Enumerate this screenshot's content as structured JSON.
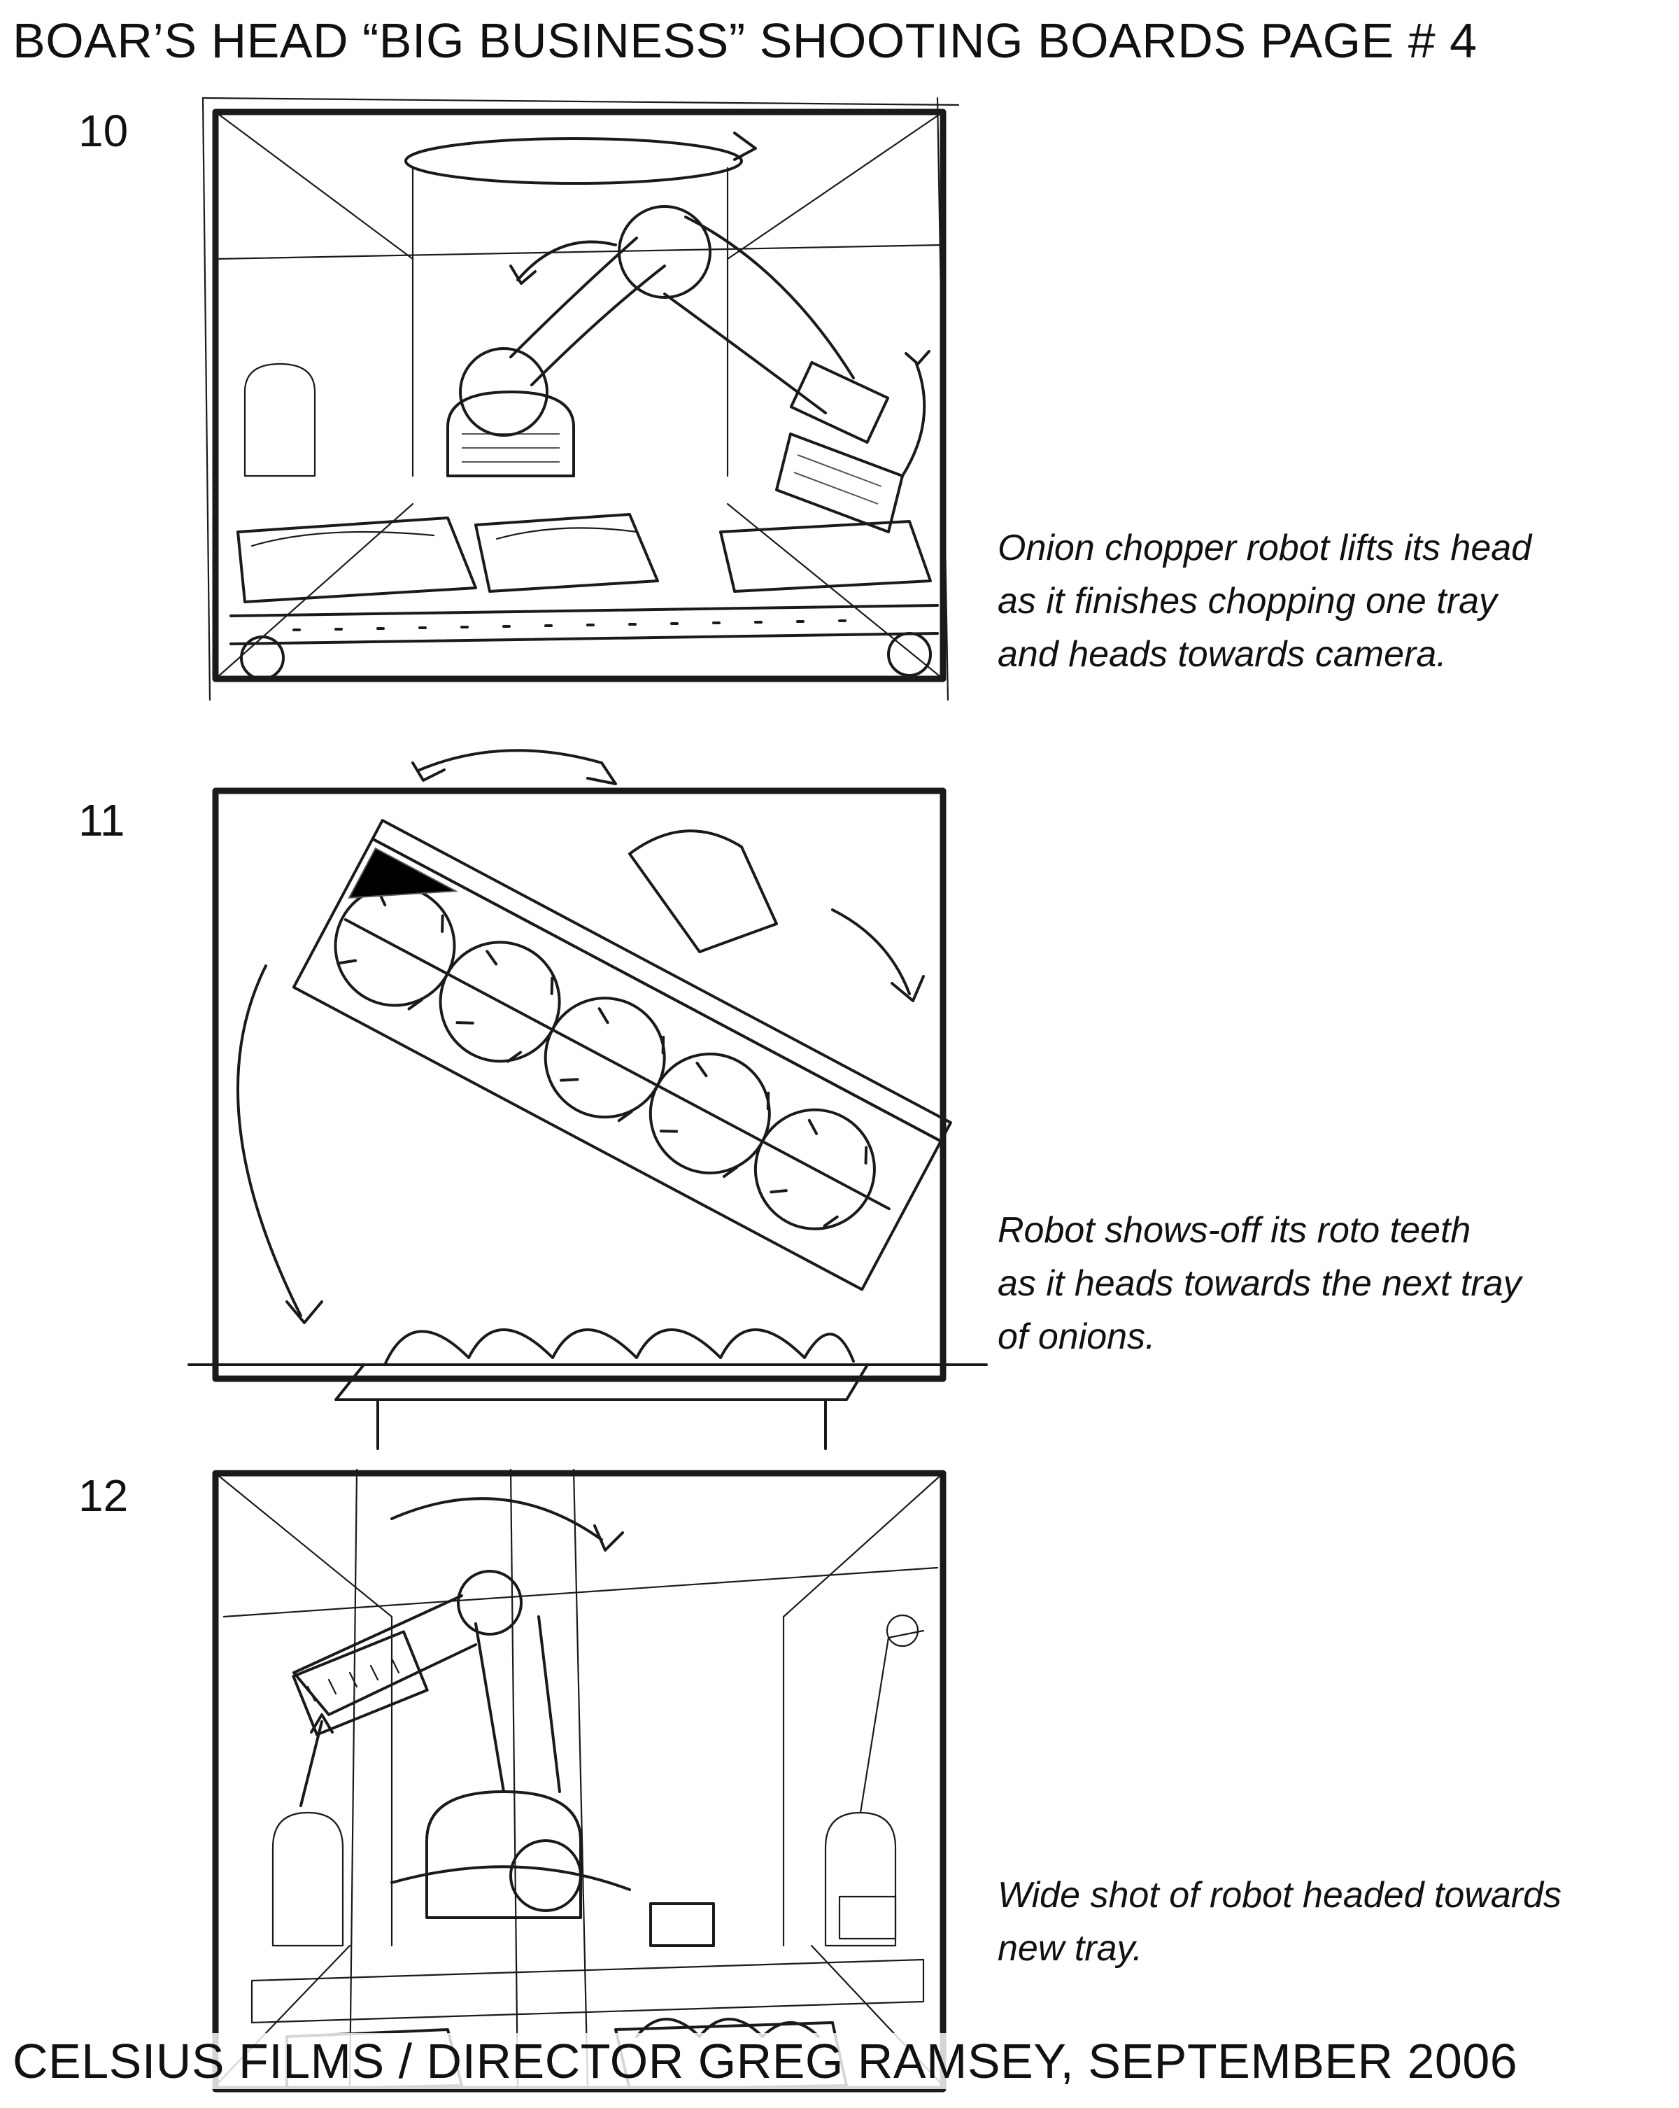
{
  "header": {
    "title": "BOAR’S HEAD “BIG BUSINESS” SHOOTING BOARDS PAGE # 4"
  },
  "panels": [
    {
      "number": "10",
      "caption_lines": [
        "Onion chopper robot lifts its head",
        "as it finishes chopping one tray",
        "and heads towards camera."
      ]
    },
    {
      "number": "11",
      "caption_lines": [
        "Robot shows-off its roto teeth",
        "as it heads towards the next tray",
        "of onions."
      ]
    },
    {
      "number": "12",
      "caption_lines": [
        "Wide shot of robot headed towards",
        "new tray."
      ]
    }
  ],
  "footer": {
    "credit": "CELSIUS FILMS  /  DIRECTOR GREG RAMSEY,  SEPTEMBER  2006"
  }
}
